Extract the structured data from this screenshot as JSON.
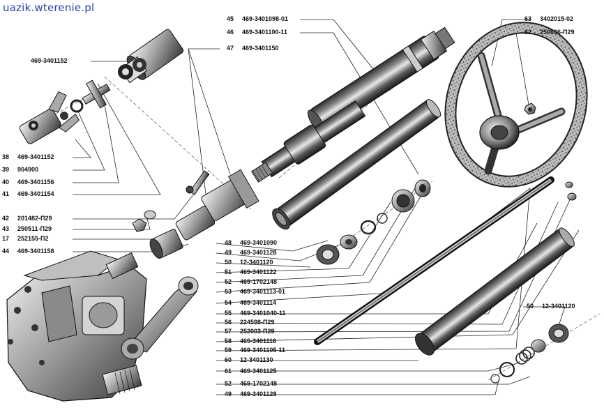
{
  "watermark": "uazik.wterenie.pl",
  "labels": {
    "l45": {
      "num": "45",
      "code": "469-3401098-01"
    },
    "l46": {
      "num": "46",
      "code": "469-3401100-11"
    },
    "l47": {
      "num": "47",
      "code": "469-3401150"
    },
    "l63": {
      "num": "63",
      "code": "3402015-02"
    },
    "l62": {
      "num": "62",
      "code": "250636-П29"
    },
    "lTop": {
      "code": "469-3401152"
    },
    "l38": {
      "num": "38",
      "code": "469-3401152"
    },
    "l39": {
      "num": "39",
      "code": "904900"
    },
    "l40": {
      "num": "40",
      "code": "469-3401156"
    },
    "l41": {
      "num": "41",
      "code": "469-3401154"
    },
    "l42": {
      "num": "42",
      "code": "201482-П29"
    },
    "l43": {
      "num": "43",
      "code": "250511-П29"
    },
    "l17": {
      "num": "17",
      "code": "252155-П2"
    },
    "l44": {
      "num": "44",
      "code": "469-3401158"
    },
    "l48": {
      "num": "48",
      "code": "469-3401090"
    },
    "l49a": {
      "num": "49",
      "code": "469-3401128"
    },
    "l50a": {
      "num": "50",
      "code": "12-3401120"
    },
    "l51": {
      "num": "51",
      "code": "469-3401122"
    },
    "l52a": {
      "num": "52",
      "code": "469-1702148"
    },
    "l53": {
      "num": "53",
      "code": "469-3401113-01"
    },
    "l54": {
      "num": "54",
      "code": "469-3401114"
    },
    "l55": {
      "num": "55",
      "code": "469-3401040-11"
    },
    "l56": {
      "num": "56",
      "code": "224598-П29"
    },
    "l57": {
      "num": "57",
      "code": "252003-П29"
    },
    "l58": {
      "num": "58",
      "code": "469-3401116"
    },
    "l59": {
      "num": "59",
      "code": "469-3401105-11"
    },
    "l60": {
      "num": "60",
      "code": "12-3401130"
    },
    "l61": {
      "num": "61",
      "code": "469-3401125"
    },
    "l52b": {
      "num": "52",
      "code": "469-1702148"
    },
    "l49b": {
      "num": "49",
      "code": "469-3401128"
    },
    "l50b": {
      "num": "50",
      "code": "12-3401120"
    }
  }
}
